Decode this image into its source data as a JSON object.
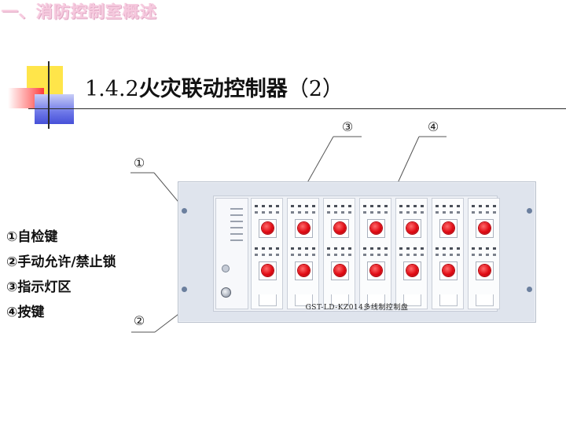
{
  "header": {
    "title": "一、消防控制室概述"
  },
  "slide": {
    "title_num": "1.4.2",
    "title_text": "火灾联动控制器",
    "title_suffix": "（2）"
  },
  "callouts": [
    {
      "id": "1",
      "mark": "①"
    },
    {
      "id": "2",
      "mark": "②"
    },
    {
      "id": "3",
      "mark": "③"
    },
    {
      "id": "4",
      "mark": "④"
    }
  ],
  "legend": [
    {
      "mark": "①",
      "text": "自检键"
    },
    {
      "mark": "②",
      "text": "手动允许/禁止锁"
    },
    {
      "mark": "③",
      "text": "指示灯区"
    },
    {
      "mark": "④",
      "text": "按键"
    }
  ],
  "panel": {
    "model": "GST-LD-KZ014多线制控制盘",
    "unit_count": 7,
    "colors": {
      "panel": "#dfe4ed",
      "button": "#e10b14",
      "hole": "#6b7f9e"
    }
  }
}
